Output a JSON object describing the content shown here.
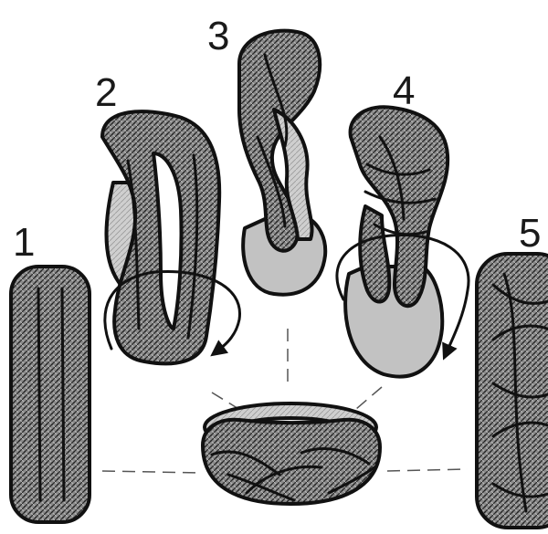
{
  "steps": [
    {
      "label": "1"
    },
    {
      "label": "2"
    },
    {
      "label": "3"
    },
    {
      "label": "4"
    },
    {
      "label": "5"
    }
  ],
  "colors": {
    "ink": "#111111",
    "dough_dark": "#6f6f6f",
    "dough_light": "#c9c9c9",
    "background": "#ffffff"
  }
}
